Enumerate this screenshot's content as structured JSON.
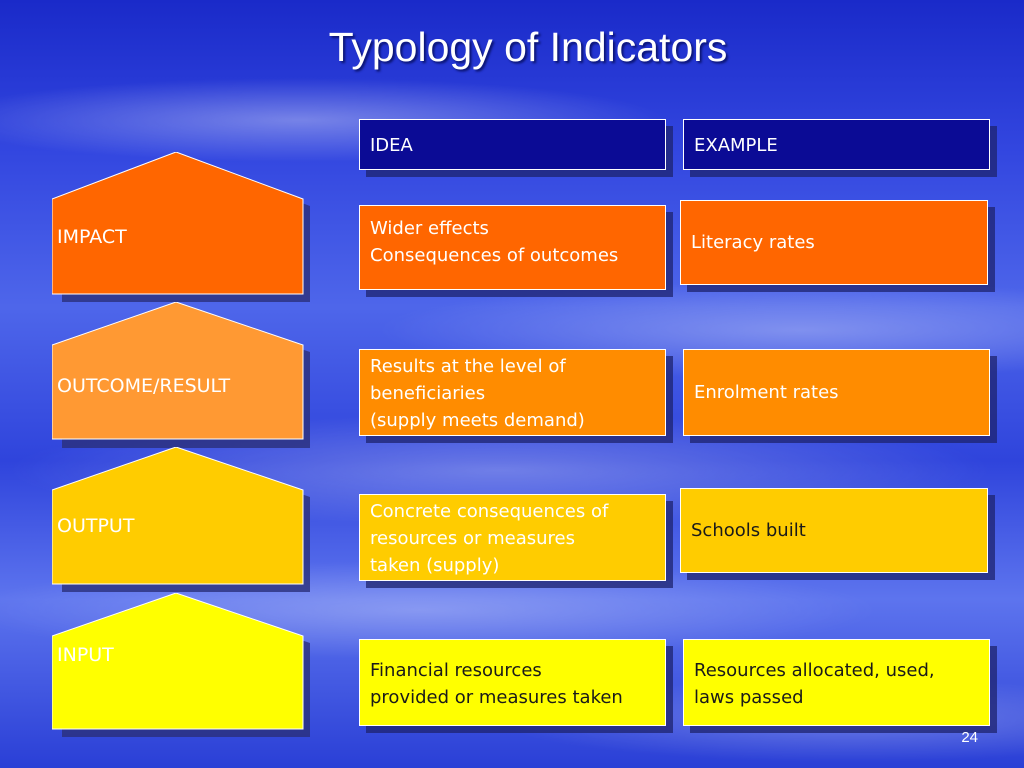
{
  "title": "Typology of Indicators",
  "headers": {
    "idea": "IDEA",
    "example": "EXAMPLE"
  },
  "levels": [
    {
      "name": "IMPACT",
      "color": "#ff6600",
      "idea": [
        "Wider effects",
        "Consequences of outcomes"
      ],
      "example": [
        "Literacy rates"
      ]
    },
    {
      "name": "OUTCOME/RESULT",
      "color": "#ff9933",
      "idea": [
        "Results at the level of",
        "beneficiaries",
        "(supply meets demand)"
      ],
      "example": [
        "Enrolment rates"
      ]
    },
    {
      "name": "OUTPUT",
      "color": "#ffcc00",
      "idea": [
        "Concrete consequences of",
        "resources or measures",
        "taken (supply)"
      ],
      "example": [
        "Schools built"
      ]
    },
    {
      "name": "INPUT",
      "color": "#ffff00",
      "idea": [
        "Financial resources",
        "provided or measures taken"
      ],
      "example": [
        "Resources allocated, used,",
        "laws passed"
      ]
    }
  ],
  "page_number": "24"
}
